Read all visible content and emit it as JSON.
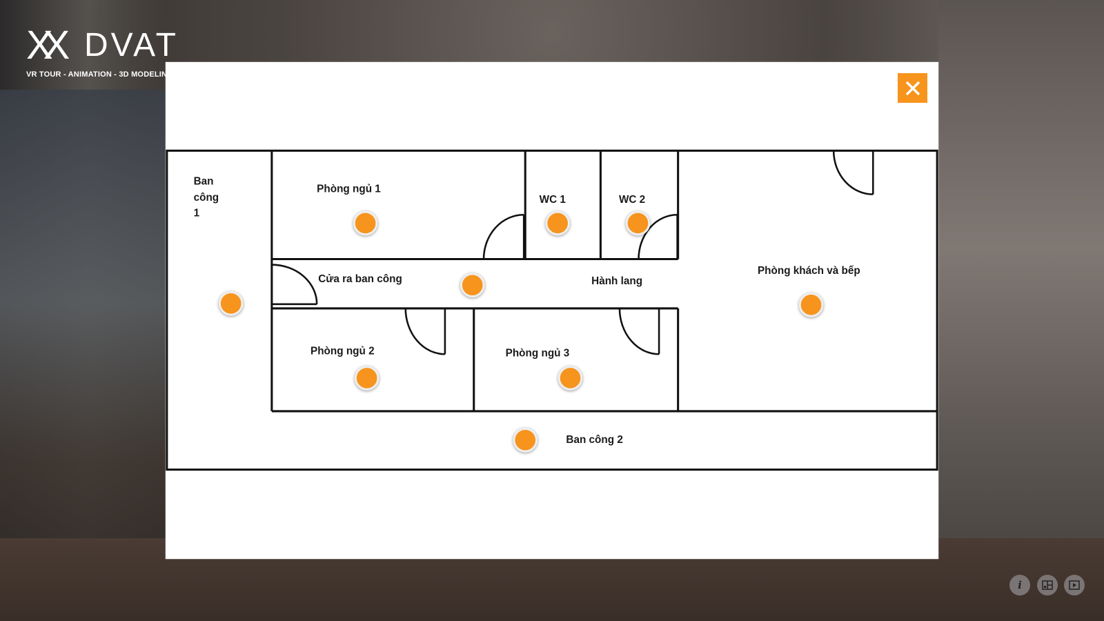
{
  "brand": {
    "name": "DVAT",
    "tagline": "VR TOUR - ANIMATION - 3D MODELIN"
  },
  "modal": {
    "close_icon": "close-icon"
  },
  "floorplan": {
    "rooms": {
      "ban_cong_1": [
        "Ban",
        "công",
        "1"
      ],
      "phong_ngu_1": "Phòng ngủ 1",
      "wc1": "WC 1",
      "wc2": "WC 2",
      "cua_ra_ban_cong": "Cửa ra ban công",
      "hanh_lang": "Hành lang",
      "phong_khach": "Phòng khách và bếp",
      "phong_ngu_2": "Phòng ngủ 2",
      "phong_ngu_3": "Phòng ngủ 3",
      "ban_cong_2": "Ban công 2"
    },
    "hotspot_color": "#f7941d"
  },
  "controls": {
    "info": "i",
    "floorplan_icon": "floorplan-icon",
    "play_icon": "play-icon"
  }
}
